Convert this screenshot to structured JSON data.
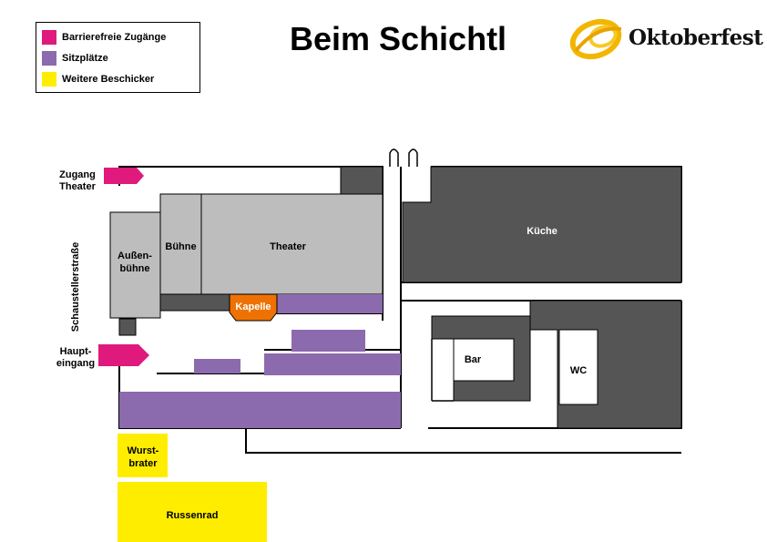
{
  "title": "Beim Schichtl",
  "logo": {
    "text": "Oktoberfest"
  },
  "legend": {
    "items": [
      {
        "label": "Barrierefreie Zugänge",
        "color": "#e0197d"
      },
      {
        "label": "Sitzplätze",
        "color": "#8b6aad"
      },
      {
        "label": "Weitere Beschicker",
        "color": "#ffed00"
      }
    ]
  },
  "colors": {
    "dark_gray": "#555555",
    "light_gray": "#bdbdbd",
    "orange": "#ee7203",
    "purple": "#8b6aad",
    "pink": "#e0197d",
    "yellow": "#ffed00"
  },
  "map": {
    "street": "Schaustellerstraße",
    "entrances": {
      "theater": "Zugang Theater",
      "main": "Haupt- eingang"
    },
    "areas": {
      "aussenbuehne": "Außen- bühne",
      "buehne": "Bühne",
      "theater": "Theater",
      "kapelle": "Kapelle",
      "kueche": "Küche",
      "bar": "Bar",
      "wc": "WC",
      "wurstbrater": "Wurst- brater",
      "russenrad": "Russenrad"
    }
  }
}
